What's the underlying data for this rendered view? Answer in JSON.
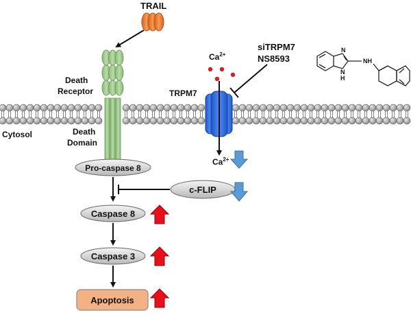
{
  "labels": {
    "trail": "TRAIL",
    "death_receptor_line1": "Death",
    "death_receptor_line2": "Receptor",
    "death_domain_line1": "Death",
    "death_domain_line2": "Domain",
    "cytosol": "Cytosol",
    "trpm7": "TRPM7",
    "ca_top": "Ca",
    "ca_top_sup": "2+",
    "ca_bottom": "Ca",
    "ca_bottom_sup": "2+",
    "inhibitor_line1": "siTRPM7",
    "inhibitor_line2": "NS8593",
    "nh": "NH",
    "n_top": "N",
    "n_bottom": "N",
    "h_bottom": "H"
  },
  "nodes": {
    "procaspase8": "Pro-caspase 8",
    "cflip": "c-FLIP",
    "caspase8": "Caspase 8",
    "caspase3": "Caspase 3",
    "apoptosis": "Apoptosis"
  },
  "colors": {
    "trail": "#f07c2c",
    "receptor": "#9ccb86",
    "channel": "#2f6fe6",
    "membrane_bead": "#9a9a9a",
    "up_arrow": "#e8101a",
    "down_arrow": "#5b9bd5",
    "apoptosis_fill": "#f4b183",
    "calcium": "#d42020"
  },
  "indicators": {
    "ca_decrease": "down-arrow",
    "cflip_decrease": "down-arrow",
    "caspase8_increase": "up-arrow",
    "caspase3_increase": "up-arrow",
    "apoptosis_increase": "up-arrow"
  }
}
